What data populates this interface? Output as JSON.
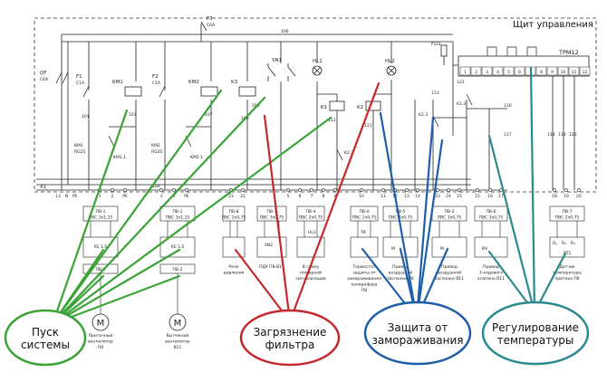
{
  "panel": {
    "title": "Щит управления",
    "controller": "ТРМ12"
  },
  "labels": {
    "qf": "QF",
    "qf_rating": "C6A",
    "f1": "F1",
    "f1_rating": "C1A",
    "f2": "F2",
    "f2_rating": "C1A",
    "f3": "F3",
    "f3_rating": "C6A",
    "fu1": "FU1",
    "km1": "KM1",
    "km2": "KM2",
    "k3": "K3",
    "sn1": "SN1",
    "hl1": "HL1",
    "hl2": "HL2",
    "k1": "K1",
    "k2": "K2",
    "k13": "K1.3",
    "k23": "K2.3",
    "k22": "K2.2",
    "km1_bottom": "KM1",
    "km1_bottom_r": "RG25",
    "km11": "KM1.1",
    "km2_bottom": "KM2",
    "km2_bottom_r": "RG25",
    "km21": "KM2.1",
    "x1": "X1",
    "l1": "L1",
    "n": "N",
    "pe": "PE",
    "w106": "106",
    "w100": "100",
    "w101": "101",
    "w103": "103",
    "w107": "107",
    "w109": "109",
    "w111": "111",
    "w113": "113",
    "w116": "116",
    "w117": "117",
    "w118": "118",
    "w119": "119",
    "w120": "120",
    "w121": "121",
    "w122": "122",
    "w104": "104"
  },
  "terminal_numbers": [
    "1",
    "2",
    "PE",
    "3",
    "4",
    "PE",
    "21",
    "22",
    "5",
    "6",
    "7",
    "8",
    "9",
    "10",
    "11",
    "12",
    "13",
    "14",
    "23",
    "24",
    "25",
    "15",
    "16",
    "17",
    "18",
    "19",
    "20"
  ],
  "trm_terminals": [
    "1",
    "2",
    "3",
    "4",
    "5",
    "6",
    "7",
    "8",
    "9",
    "10",
    "11",
    "12"
  ],
  "modules": [
    {
      "id": "ПВ-1",
      "sub": "ПВС 3х1,15",
      "rel": "RE 1.5",
      "rel_id": "ПВ-2",
      "caption": "Приточный вентилятор П8"
    },
    {
      "id": "ПВ-1",
      "sub": "ПВС 3х1,15",
      "rel": "RE 1.5",
      "rel_id": "ПВ-2",
      "caption": "Вытяжной вентилятор В11"
    },
    {
      "id": "ПВ-8",
      "sub": "ПВС 2х0,75",
      "caption": "Реле давления"
    },
    {
      "id": "ПВ-3",
      "sub": "ПВС 3х0,75",
      "caption": "ПДУ П8-В11"
    },
    {
      "id": "ПВ-4",
      "sub": "ПВС 2х0,75",
      "caption": "В схему пожарной сигнализации"
    },
    {
      "id": "ПВ-4",
      "sub": "ПВС 2х0,75",
      "caption": "Термостат защиты от замораживания калорифера П8"
    },
    {
      "id": "ПВ-5",
      "sub": "ПВС 3х0,75",
      "caption": "Привод воздушной заслонки П8"
    },
    {
      "id": "ПВ-2",
      "sub": "ПВС 3х0,75",
      "caption": "Привод воздушной заслонки В11"
    },
    {
      "id": "ПВ-6",
      "sub": "ПВС 3х0,75",
      "caption": "Привод 3-ходового клапана В11"
    },
    {
      "id": "ПВ-7",
      "sub": "ПВС 2х0,75",
      "caption": "Датчик температуры притока П8"
    }
  ],
  "device_labels": {
    "sn2": "SN2",
    "hl3": "HL3",
    "tk": "ТК",
    "m": "M",
    "bv": "BV",
    "r1": "R₁",
    "r2": "R₂",
    "r3": "R₃",
    "rt1": "RT1"
  },
  "callouts": [
    {
      "key": "start",
      "lines": [
        "Пуск",
        "системы"
      ],
      "color": "#3aa336"
    },
    {
      "key": "filter",
      "lines": [
        "Загрязнение",
        "фильтра"
      ],
      "color": "#c4272c"
    },
    {
      "key": "frost",
      "lines": [
        "Защита от",
        "замораживания"
      ],
      "color": "#1f5ea8"
    },
    {
      "key": "temp",
      "lines": [
        "Регулирование",
        "температуры"
      ],
      "color": "#2b8a8e"
    }
  ]
}
